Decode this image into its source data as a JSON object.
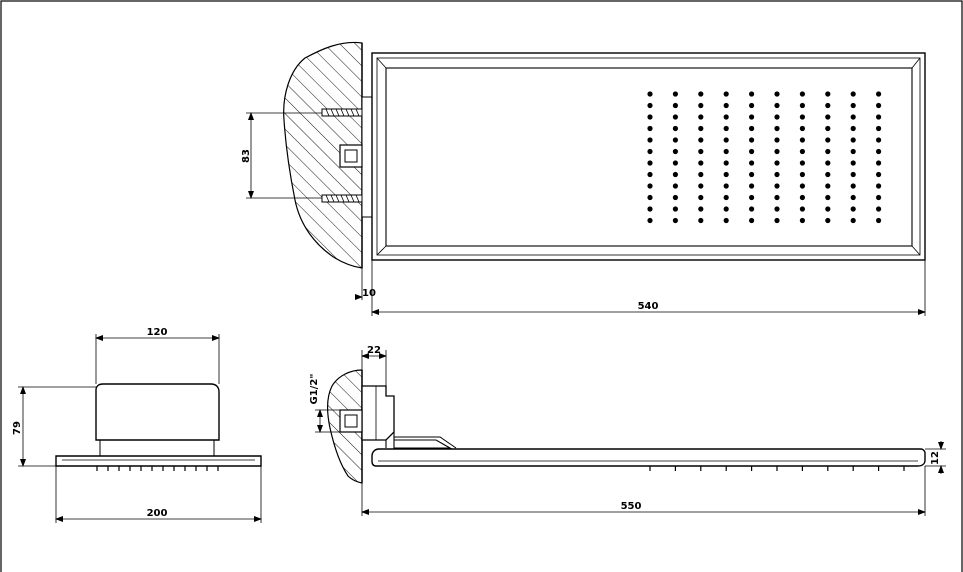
{
  "drawing": {
    "line_color": "#000000",
    "background": "#ffffff",
    "hatch_color": "#000000"
  },
  "dimensions": {
    "plate_length_top": "540",
    "wall_gap": "10",
    "fixing_spacing": "83",
    "body_width": "120",
    "body_height": "79",
    "plate_width_front": "200",
    "arm_offset": "22",
    "thread": "G1/2\"",
    "total_length": "550",
    "plate_thickness": "12"
  }
}
